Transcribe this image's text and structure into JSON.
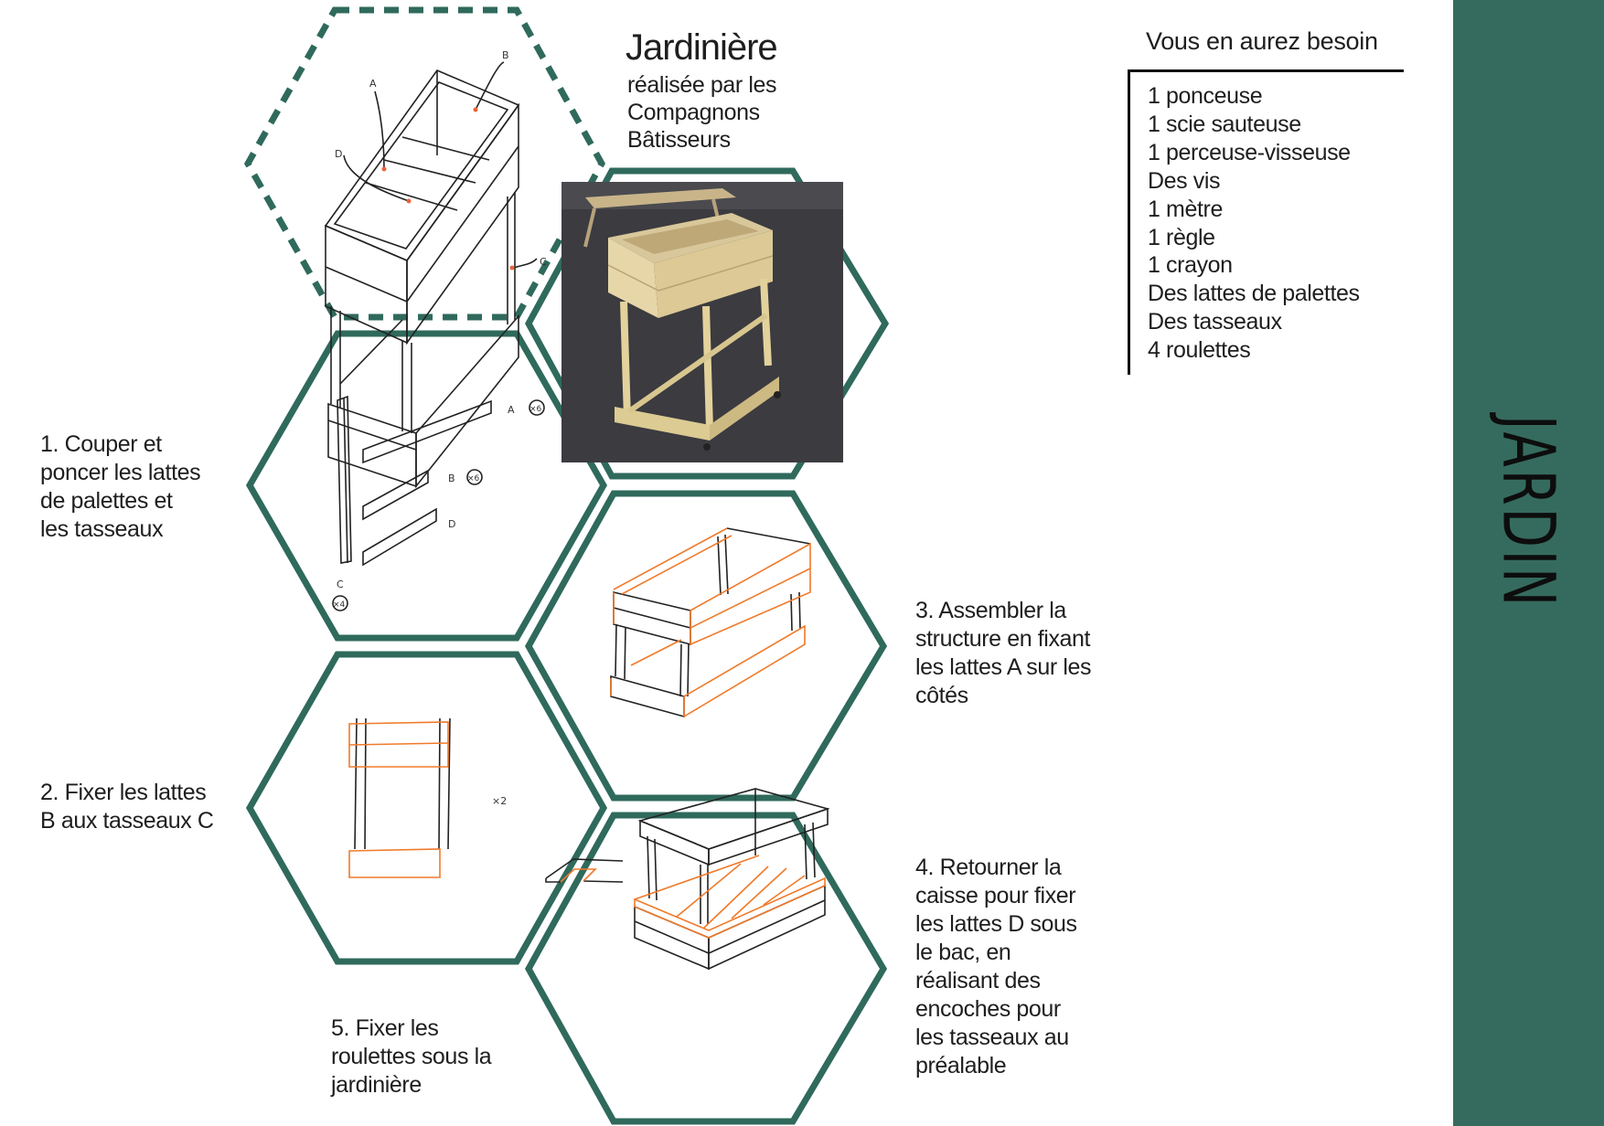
{
  "header": {
    "title": "Jardinière",
    "subtitle_lines": [
      "réalisée par les",
      "Compagnons",
      "Bâtisseurs"
    ]
  },
  "needs": {
    "title": "Vous en aurez besoin",
    "items": [
      "1 ponceuse",
      "1 scie sauteuse",
      "1 perceuse-visseuse",
      "Des vis",
      "1 mètre",
      "1 règle",
      "1 crayon",
      "Des lattes de palettes",
      "Des tasseaux",
      "4 roulettes"
    ]
  },
  "steps": [
    {
      "lines": [
        "1. Couper et",
        "poncer les lattes",
        "de palettes et",
        "les tasseaux"
      ]
    },
    {
      "lines": [
        "2. Fixer les lattes",
        "B aux tasseaux C"
      ]
    },
    {
      "lines": [
        "3. Assembler la",
        "structure en fixant",
        "les lattes A sur les",
        "côtés"
      ]
    },
    {
      "lines": [
        "4. Retourner la",
        "caisse pour fixer",
        "les lattes D sous",
        "le bac, en",
        "réalisant des",
        "encoches pour",
        "les tasseaux au",
        "préalable"
      ]
    },
    {
      "lines": [
        "5. Fixer les",
        "roulettes sous la",
        "jardinière"
      ]
    }
  ],
  "diagram_labels": {
    "overview": [
      "A",
      "B",
      "C",
      "D"
    ],
    "parts": {
      "a": "A",
      "a_qty": "×6",
      "b": "B",
      "b_qty": "×6",
      "d": "D",
      "c": "C",
      "c_qty": "×4"
    },
    "frame_qty": "×2"
  },
  "sidebar": {
    "label": "JARDIN"
  },
  "colors": {
    "hex_stroke": "#2f6a5c",
    "sidebar": "#356b5e",
    "highlight": "#f07a2a"
  }
}
